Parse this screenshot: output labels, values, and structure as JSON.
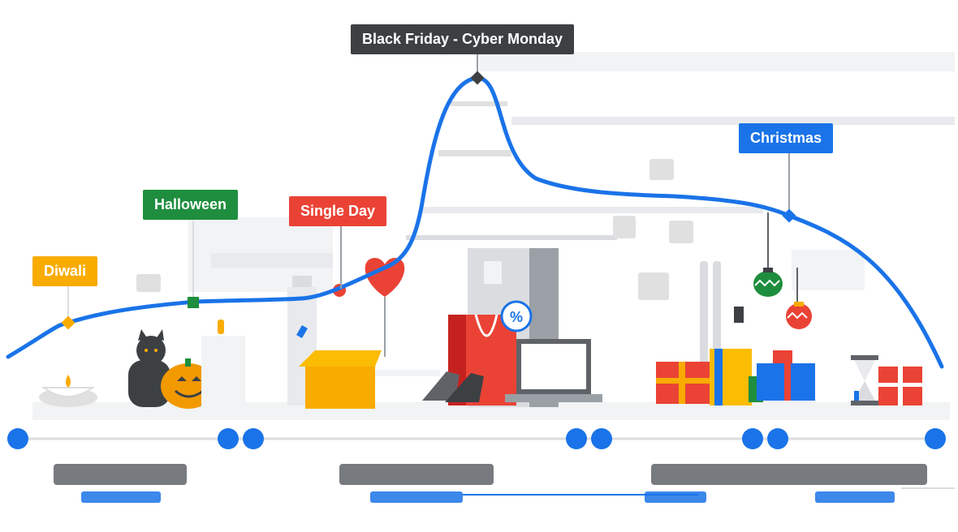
{
  "colors": {
    "curve": "#1a73e8",
    "timeline": "#dadce0",
    "dot": "#1a73e8",
    "diwali": "#f9ab00",
    "halloween": "#1e8e3e",
    "single_day": "#ea4335",
    "black_friday": "#3c4043",
    "christmas": "#1a73e8",
    "phase_title": "#5f6368",
    "phase_sub": "#1a73e8"
  },
  "events": {
    "diwali": "Diwali",
    "halloween": "Halloween",
    "single_day": "Single Day",
    "black_friday": "Black Friday - Cyber Monday",
    "christmas": "Christmas"
  },
  "phases": [
    {
      "title": "",
      "subtitle": ""
    },
    {
      "title": "",
      "subtitle": ""
    },
    {
      "title": "",
      "subtitle": ""
    }
  ],
  "icons": [
    "diya-icon",
    "cat-icon",
    "pumpkin-icon",
    "candle-icon",
    "bottle-icon",
    "box-icon",
    "heart-balloon-icon",
    "fridge-icon",
    "shopping-bag-icon",
    "percent-tag-icon",
    "shoes-icon",
    "laptop-icon",
    "gift-icon",
    "ornament-icon",
    "hourglass-icon",
    "snowflake-icon"
  ]
}
